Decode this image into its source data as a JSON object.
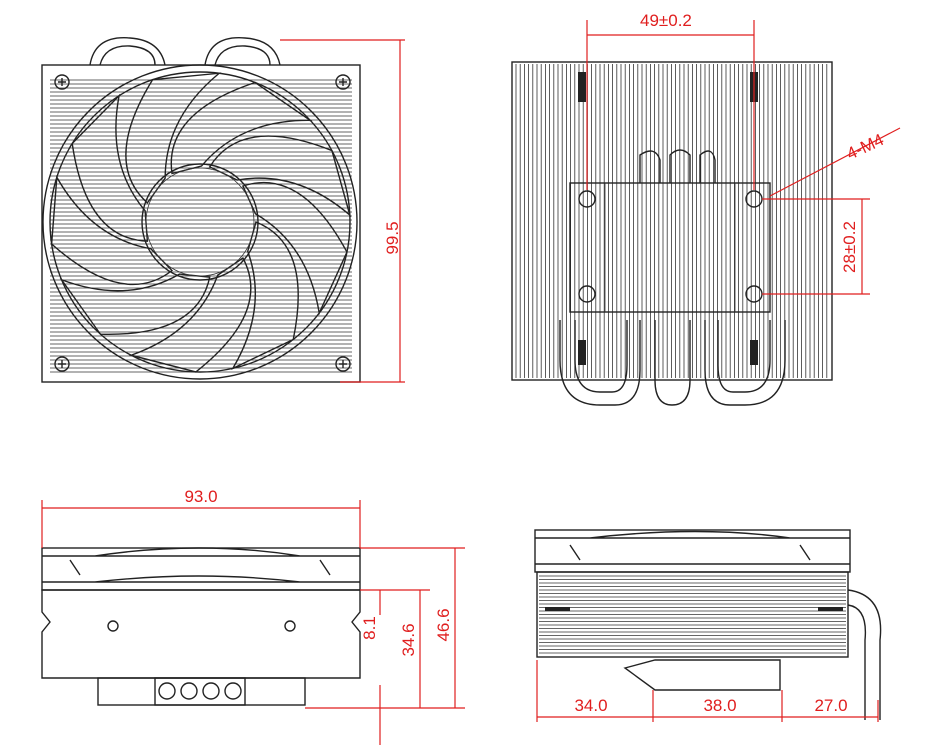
{
  "dimensions": {
    "hole_spacing_x": "49±0.2",
    "screw_spec": "4-M4",
    "hole_spacing_y": "28±0.2",
    "height_front": "99.5",
    "width": "93.0",
    "fan_gap": "8.1",
    "heatsink_height": "34.6",
    "total_height": "46.6",
    "offset_left": "34.0",
    "base_width": "38.0",
    "offset_right": "27.0"
  },
  "colors": {
    "dimension": "#e01e1e",
    "line": "#222222"
  }
}
